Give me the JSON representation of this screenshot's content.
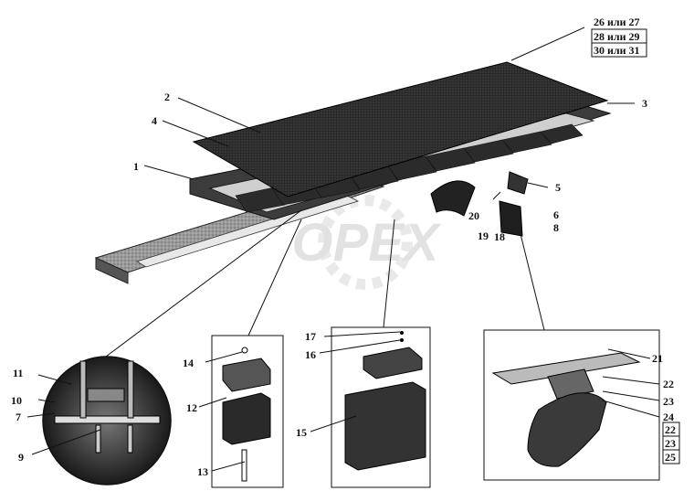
{
  "header_group": {
    "line1": "26 или 27",
    "line2": "28 или 29",
    "line3": "30 или 31"
  },
  "callouts": {
    "c1": "1",
    "c2": "2",
    "c3": "3",
    "c4": "4",
    "c5": "5",
    "c6": "6",
    "c7": "7",
    "c8": "8",
    "c9": "9",
    "c10": "10",
    "c11": "11",
    "c12": "12",
    "c13": "13",
    "c14": "14",
    "c15": "15",
    "c16": "16",
    "c17": "17",
    "c18": "18",
    "c19": "19",
    "c20": "20",
    "c21": "21",
    "c22": "22",
    "c23": "23",
    "c24": "24",
    "c22b": "22",
    "c23b": "23",
    "c25": "25"
  },
  "watermark": "OPEX"
}
